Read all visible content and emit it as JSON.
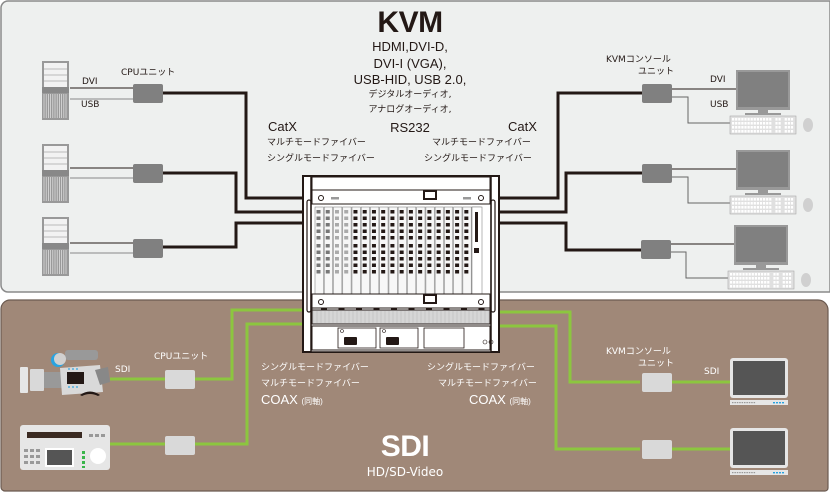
{
  "colors": {
    "kvm_panel_bg": "#eef0ef",
    "kvm_panel_border": "#8a8a8a",
    "sdi_panel_bg": "#a08878",
    "sdi_panel_border": "#6b5a50",
    "catx_cable": "#231815",
    "sdi_cable": "#8cc63f",
    "unit_kvm": "#808080",
    "unit_sdi": "#d9d9d9",
    "accent_blue": "#29a3e0",
    "accent_green": "#39b54a"
  },
  "kvm_section": {
    "title": "KVM",
    "signals": [
      "HDMI,DVI-D,",
      "DVI-I (VGA),",
      "USB-HID, USB 2.0,",
      "デジタルオーディオ,",
      "アナログオーディオ,",
      "RS232"
    ],
    "left_media": {
      "title": "CatX",
      "lines": [
        "マルチモードファイバー",
        "シングルモードファイバー"
      ]
    },
    "right_media": {
      "title": "CatX",
      "lines": [
        "マルチモードファイバー",
        "シングルモードファイバー"
      ]
    },
    "cpu_unit_label": "CPUユニット",
    "console_unit_label": [
      "KVMコンソール",
      "ユニット"
    ],
    "left_port_labels": [
      "DVI",
      "USB"
    ],
    "right_port_labels": [
      "DVI",
      "USB"
    ],
    "computers": [
      {
        "name": "computer-1"
      },
      {
        "name": "computer-2"
      },
      {
        "name": "computer-3"
      }
    ],
    "workstations": [
      {
        "name": "workstation-1"
      },
      {
        "name": "workstation-2"
      },
      {
        "name": "workstation-3"
      }
    ]
  },
  "sdi_section": {
    "title": "SDI",
    "subtitle": "HD/SD-Video",
    "left_media": [
      "シングルモードファイバー",
      "マルチモードファイバー"
    ],
    "left_coax": "COAX",
    "left_coax_note": "(同軸)",
    "right_media": [
      "シングルモードファイバー",
      "マルチモードファイバー"
    ],
    "right_coax": "COAX",
    "right_coax_note": "(同軸)",
    "cpu_unit_label": "CPUユニット",
    "console_unit_label": [
      "KVMコンソール",
      "ユニット"
    ],
    "left_port_label": "SDI",
    "right_port_label": "SDI",
    "sources": [
      "video-camera",
      "video-deck"
    ],
    "displays": [
      "broadcast-monitor-1",
      "broadcast-monitor-2"
    ]
  },
  "matrix_switch": {
    "slot_count": 18
  }
}
